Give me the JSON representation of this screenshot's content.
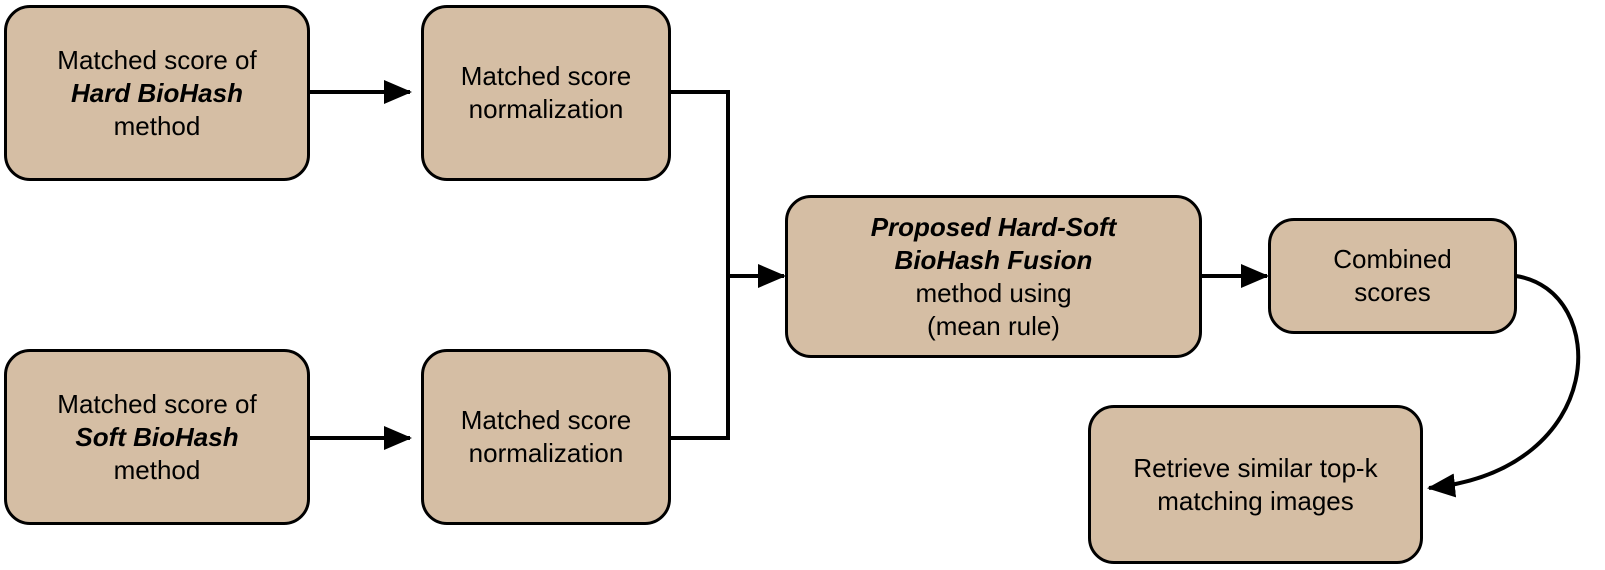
{
  "colors": {
    "box_fill": "#d5bea4",
    "stroke": "#000000",
    "background": "#ffffff"
  },
  "nodes": {
    "hard_score": {
      "line1": "Matched score of",
      "line2": "Hard BioHash",
      "line3": "method"
    },
    "hard_norm": {
      "line1": "Matched score",
      "line2": "normalization"
    },
    "soft_score": {
      "line1": "Matched score of",
      "line2": "Soft BioHash",
      "line3": "method"
    },
    "soft_norm": {
      "line1": "Matched score",
      "line2": "normalization"
    },
    "fusion": {
      "line1": "Proposed Hard-Soft",
      "line2": "BioHash Fusion",
      "line3": "method using",
      "line4": "(mean rule)"
    },
    "combined": {
      "line1": "Combined",
      "line2": "scores"
    },
    "retrieve": {
      "line1": "Retrieve similar top-k",
      "line2": "matching images"
    }
  },
  "edges": [
    {
      "from": "hard_score",
      "to": "hard_norm"
    },
    {
      "from": "soft_score",
      "to": "soft_norm"
    },
    {
      "from": "hard_norm",
      "to": "fusion"
    },
    {
      "from": "soft_norm",
      "to": "fusion"
    },
    {
      "from": "fusion",
      "to": "combined"
    },
    {
      "from": "combined",
      "to": "retrieve"
    }
  ]
}
